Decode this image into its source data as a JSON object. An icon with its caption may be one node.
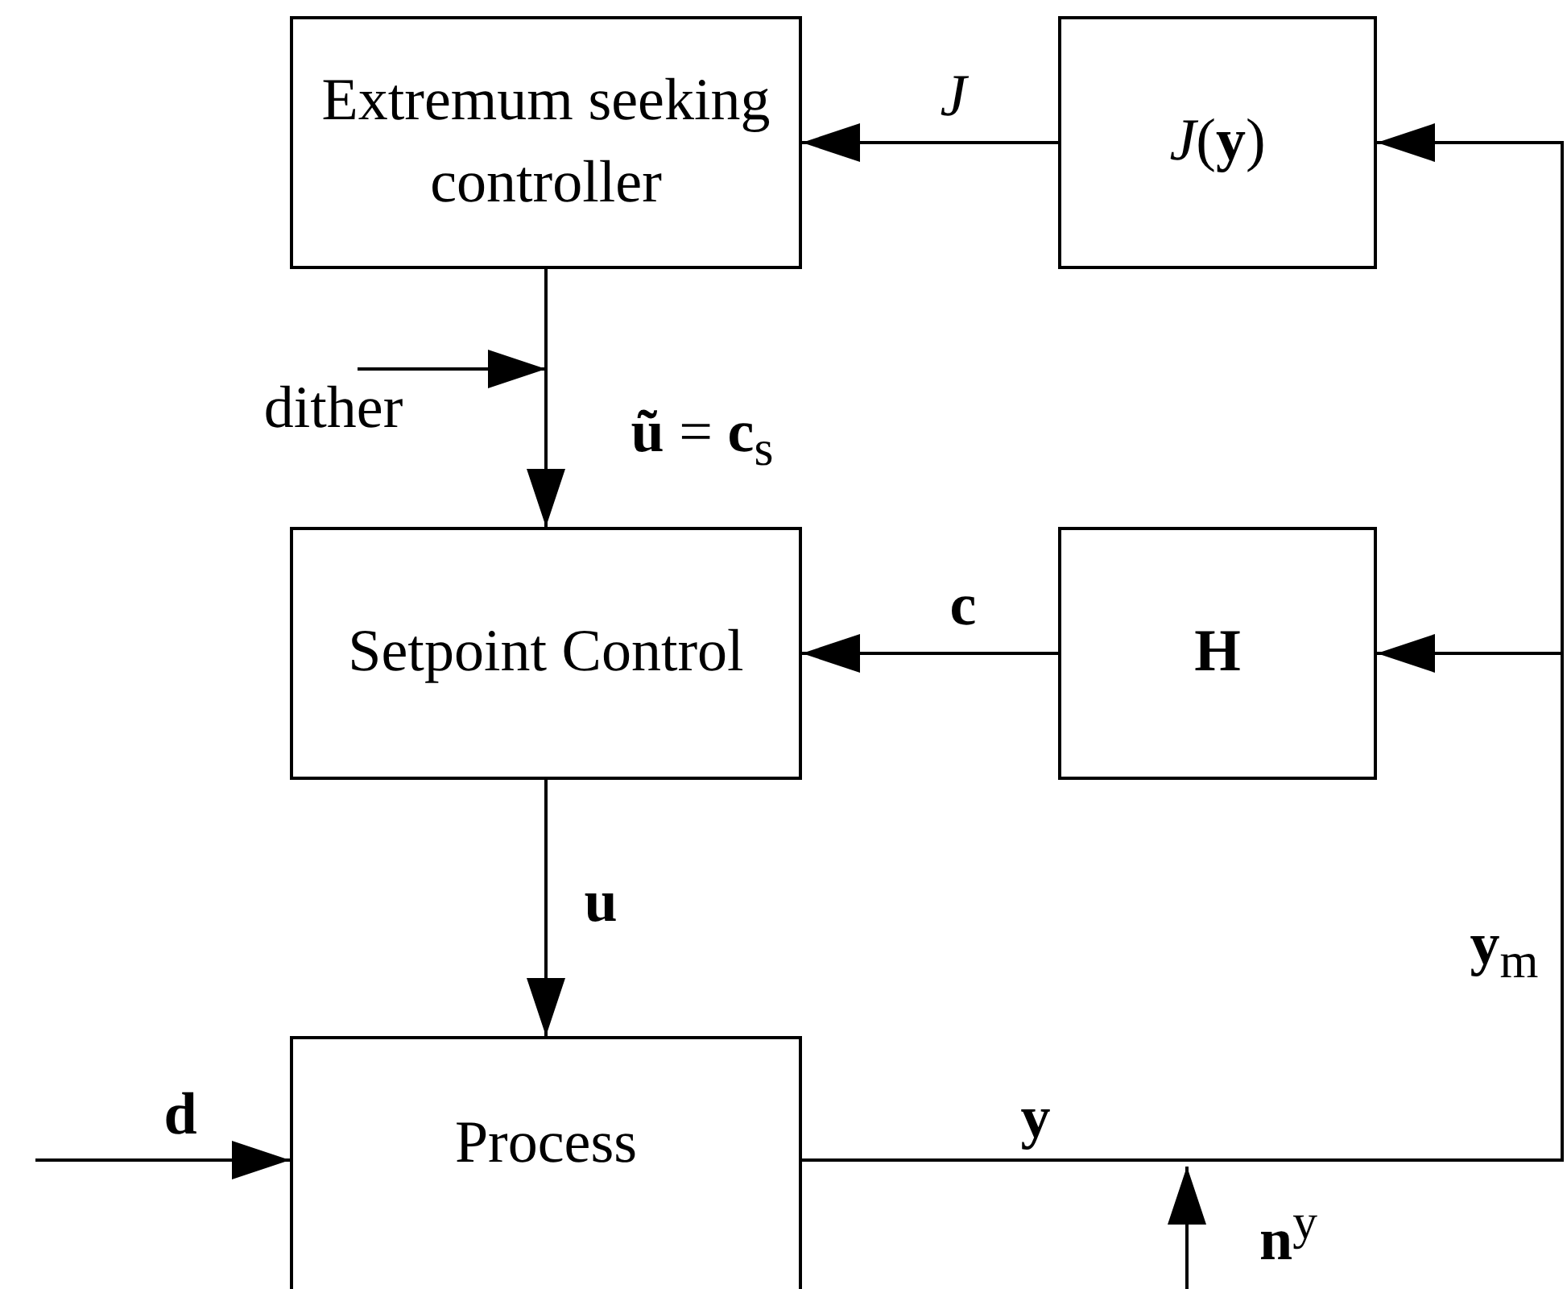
{
  "diagram": {
    "nodes": [
      {
        "text": [
          "Extremum seeking controller"
        ]
      },
      {
        "text": [
          "*J*(**y**)"
        ]
      },
      {
        "text": [
          "Setpoint Control"
        ]
      },
      {
        "text": [
          "H"
        ]
      },
      {
        "text": [
          "Process"
        ]
      },
      {
        "text": [
          "dither"
        ]
      }
    ],
    "edges": [
      {
        "from": 1,
        "to": 0,
        "arrow": "to",
        "label": "*J*"
      },
      {
        "from": 0,
        "to": 2,
        "arrow": "to",
        "label": "**ũ** = **c**$_{s}$"
      },
      {
        "from": 3,
        "to": 2,
        "arrow": "to",
        "label": "**c**"
      },
      {
        "from": 2,
        "to": 4,
        "arrow": "to",
        "label": "**u**"
      },
      {
        "from": null,
        "to": 4,
        "arrow": "to",
        "label": "**d**"
      },
      {
        "from": 4,
        "to": 1,
        "arrow": "to",
        "label": "**y**"
      },
      {
        "from": 4,
        "to": 3,
        "arrow": "to",
        "label": "**y**$_{m}$"
      },
      {
        "from": 5,
        "to": null,
        "arrow": "to"
      }
    ],
    "labels": [
      "**n**$^{y}$"
    ]
  }
}
